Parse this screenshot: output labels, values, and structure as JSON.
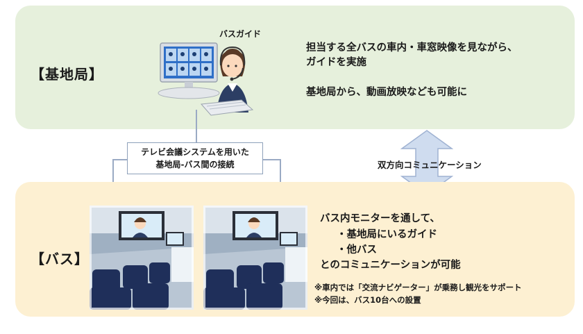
{
  "station": {
    "label": "【基地局】",
    "guide_caption": "バスガイド",
    "desc_line1": "担当する全バスの車内・車窓映像を見ながら、",
    "desc_line2": "ガイドを実施",
    "desc_line3": "基地局から、動画放映なども可能に"
  },
  "connection": {
    "line1": "テレビ会議システムを用いた",
    "line2": "基地局-バス間の接続"
  },
  "bidirectional": "双方向コミュニケーション",
  "bus": {
    "label": "【バス】",
    "desc_line1": "バス内モニターを通して、",
    "item1": "・基地局にいるガイド",
    "item2": "・他バス",
    "desc_line4": "とのコミュニケーションが可能",
    "note1": "※車内では「交流ナビゲーター」が乗務し観光をサポート",
    "note2": "※今回は、バス10台への設置"
  },
  "colors": {
    "station_panel": "#e6f0dc",
    "bus_panel": "#fdf0d2",
    "arrow": "#cfdcef",
    "arrow_stroke": "#9fb2d2",
    "connector": "#9aaac4"
  },
  "icons": [
    "guide-operator-illustration",
    "double-arrow-icon",
    "bus-interior-photo"
  ]
}
